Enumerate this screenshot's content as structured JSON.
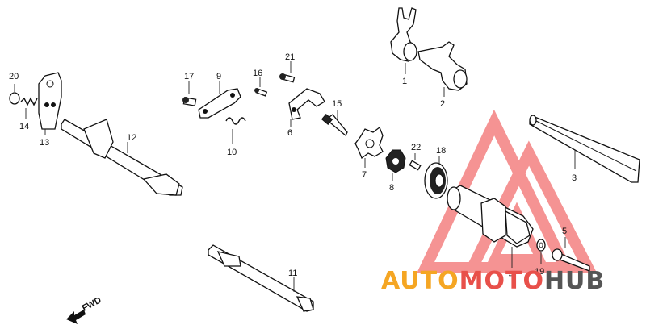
{
  "diagram": {
    "type": "exploded-parts-diagram",
    "callouts": [
      {
        "id": "1",
        "text": "1"
      },
      {
        "id": "2",
        "text": "2"
      },
      {
        "id": "3",
        "text": "3"
      },
      {
        "id": "4",
        "text": "4"
      },
      {
        "id": "5",
        "text": "5"
      },
      {
        "id": "6",
        "text": "6"
      },
      {
        "id": "7",
        "text": "7"
      },
      {
        "id": "8",
        "text": "8"
      },
      {
        "id": "9",
        "text": "9"
      },
      {
        "id": "10",
        "text": "10"
      },
      {
        "id": "11",
        "text": "11"
      },
      {
        "id": "12",
        "text": "12"
      },
      {
        "id": "13",
        "text": "13"
      },
      {
        "id": "14",
        "text": "14"
      },
      {
        "id": "15",
        "text": "15"
      },
      {
        "id": "16",
        "text": "16"
      },
      {
        "id": "17",
        "text": "17"
      },
      {
        "id": "18",
        "text": "18"
      },
      {
        "id": "19",
        "text": "19"
      },
      {
        "id": "20",
        "text": "20"
      },
      {
        "id": "21",
        "text": "21"
      },
      {
        "id": "22",
        "text": "22"
      }
    ],
    "direction_label": "FWD"
  },
  "watermark": {
    "part1": "AUTO",
    "part2": "MOTO",
    "part3": "HUB",
    "colors": {
      "orange": "#f5a623",
      "red": "#e8504a",
      "gray": "#555555",
      "triangle": "#ee3b3b"
    }
  }
}
